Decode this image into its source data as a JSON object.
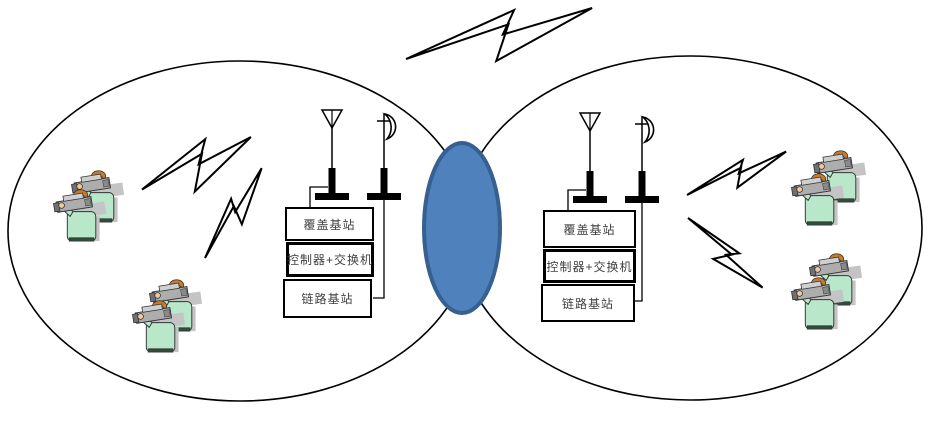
{
  "diagram": {
    "stations": [
      {
        "id": "left-base-station",
        "boxes": [
          {
            "label": "覆盖基站"
          },
          {
            "label": "控制器+交换机"
          },
          {
            "label": "链路基站"
          }
        ],
        "antennas": [
          "whip-antenna",
          "crescent-dish-antenna"
        ]
      },
      {
        "id": "right-base-station",
        "boxes": [
          {
            "label": "覆盖基站"
          },
          {
            "label": "控制器+交换机"
          },
          {
            "label": "链路基站"
          }
        ],
        "antennas": [
          "whip-antenna",
          "crescent-dish-antenna"
        ]
      }
    ],
    "cells": [
      {
        "id": "left-cell",
        "shape": "ellipse"
      },
      {
        "id": "right-cell",
        "shape": "ellipse"
      }
    ],
    "overlap_link": {
      "shape": "ellipse",
      "fill": "#4f81bd",
      "border": "#36608f"
    },
    "icons": {
      "lightning_bolt_count": 5,
      "camera_operator_count": 8,
      "lightning_bolt": "zigzag-radio-wave",
      "camera_operator": "person-with-shoulder-camera",
      "whip_antenna": "triangle-top-antenna",
      "dish_antenna": "crescent-top-antenna"
    },
    "colors": {
      "outline": "#000000",
      "overlap_fill": "#4f81bd",
      "overlap_border": "#36608f",
      "figure_shirt": "#b9e7c9",
      "figure_cap": "#c87a2a",
      "figure_skin": "#f0c89c",
      "figure_camera": "#adadad",
      "shadow_gray": "#c4c4c4"
    }
  }
}
